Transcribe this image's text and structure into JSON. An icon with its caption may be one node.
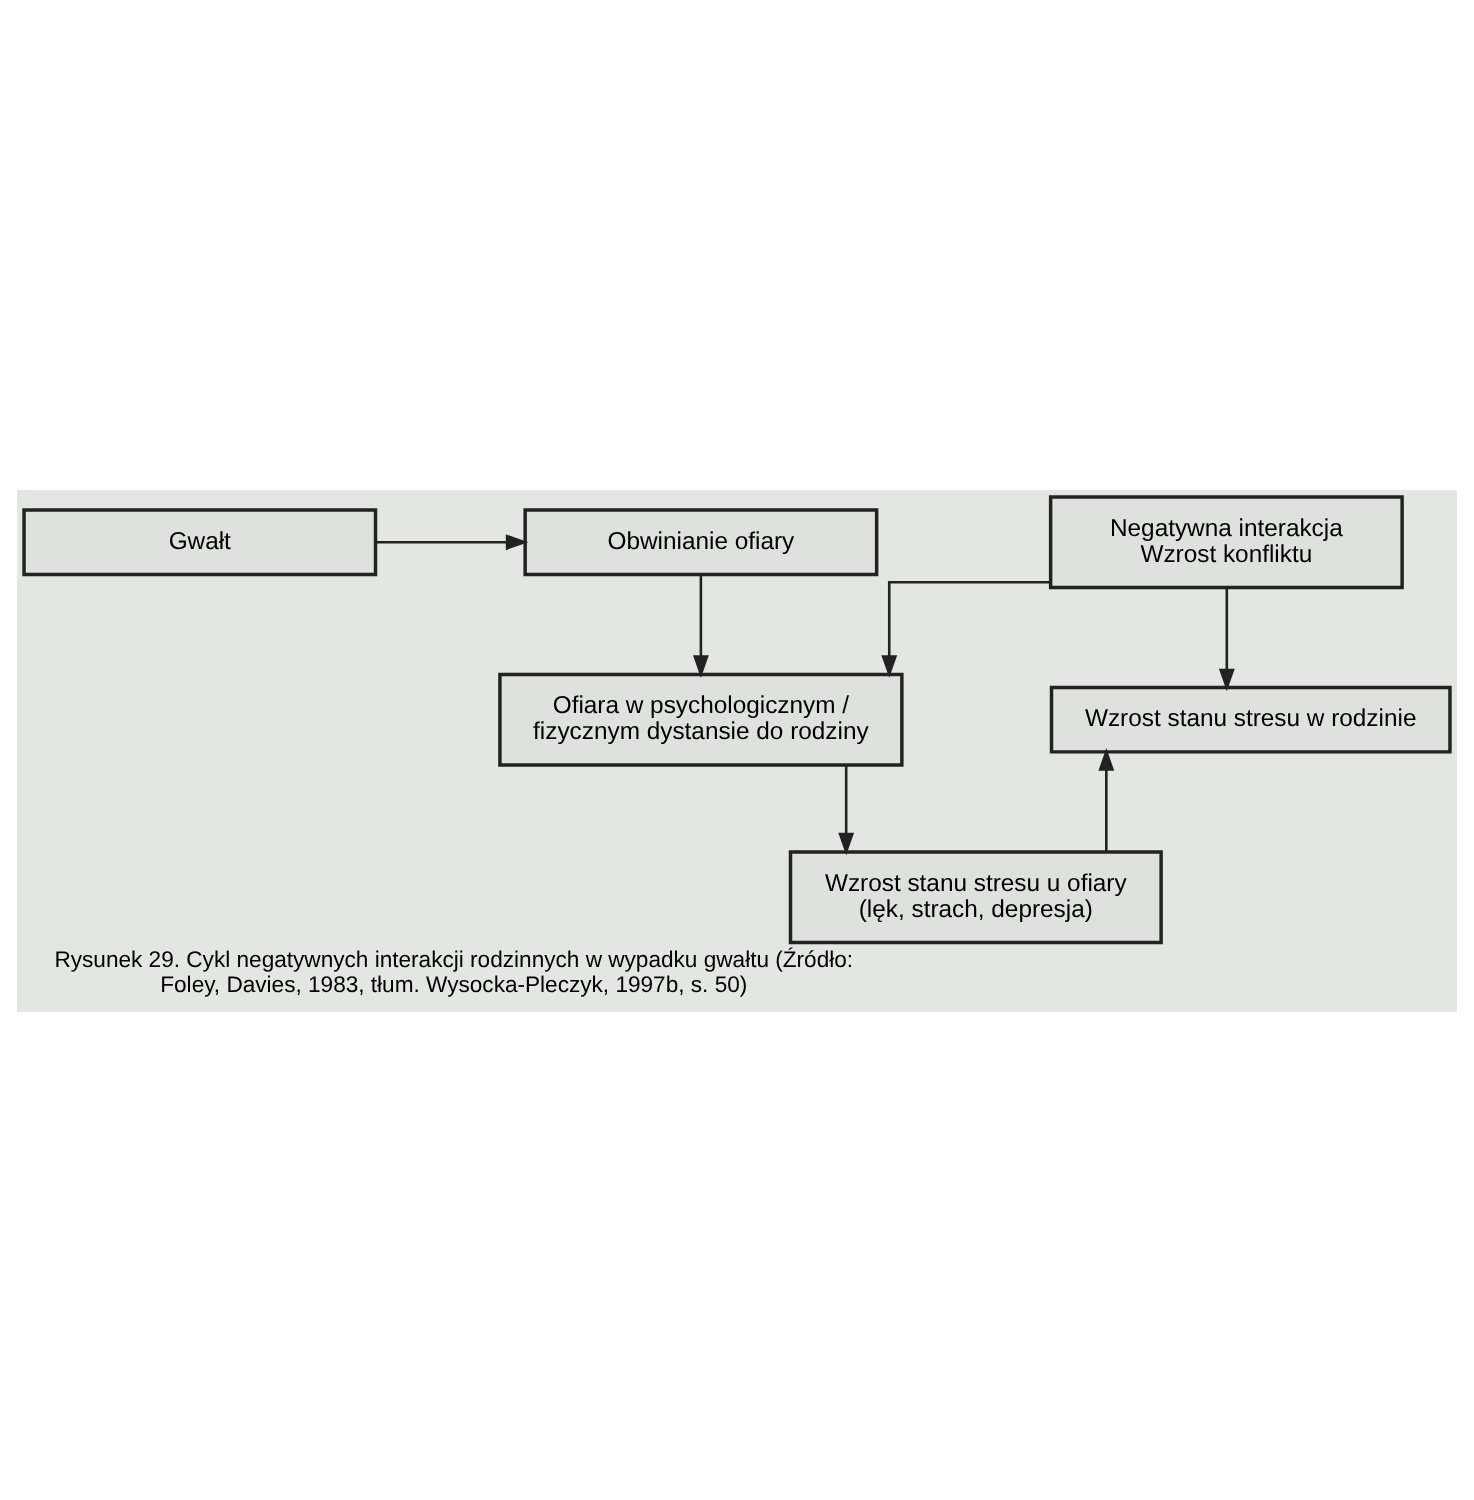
{
  "diagram": {
    "caption": "Rysunek 29. Cykl negatywnych interakcji rodzinnych w wypadku gwałtu (Źródło: Foley, Davies, 1983, tłum. Wysocka-Pleczyk, 1997b, s. 50)",
    "nodes": [
      {
        "text": [
          "Gwałt"
        ]
      },
      {
        "text": [
          "Obwinianie ofiary"
        ]
      },
      {
        "text": [
          "Negatywna interakcja",
          "Wzrost konfliktu"
        ]
      },
      {
        "text": [
          "Wzrost stanu stresu w rodzinie"
        ]
      },
      {
        "text": [
          "Ofiara w psychologicznym / fizycznym dystansie do rodziny"
        ]
      },
      {
        "text": [
          "Wzrost stanu stresu u ofiary",
          "(lęk, strach, depresja)"
        ]
      }
    ],
    "edges": [
      {
        "from": 0,
        "to": 1,
        "arrow": "to"
      },
      {
        "from": 1,
        "to": 4,
        "arrow": "to"
      },
      {
        "from": 2,
        "to": 3,
        "arrow": "to"
      },
      {
        "from": 2,
        "to": 4,
        "arrow": "to"
      },
      {
        "from": 4,
        "to": 5,
        "arrow": "to"
      },
      {
        "from": 5,
        "to": 3,
        "arrow": "to"
      }
    ]
  }
}
